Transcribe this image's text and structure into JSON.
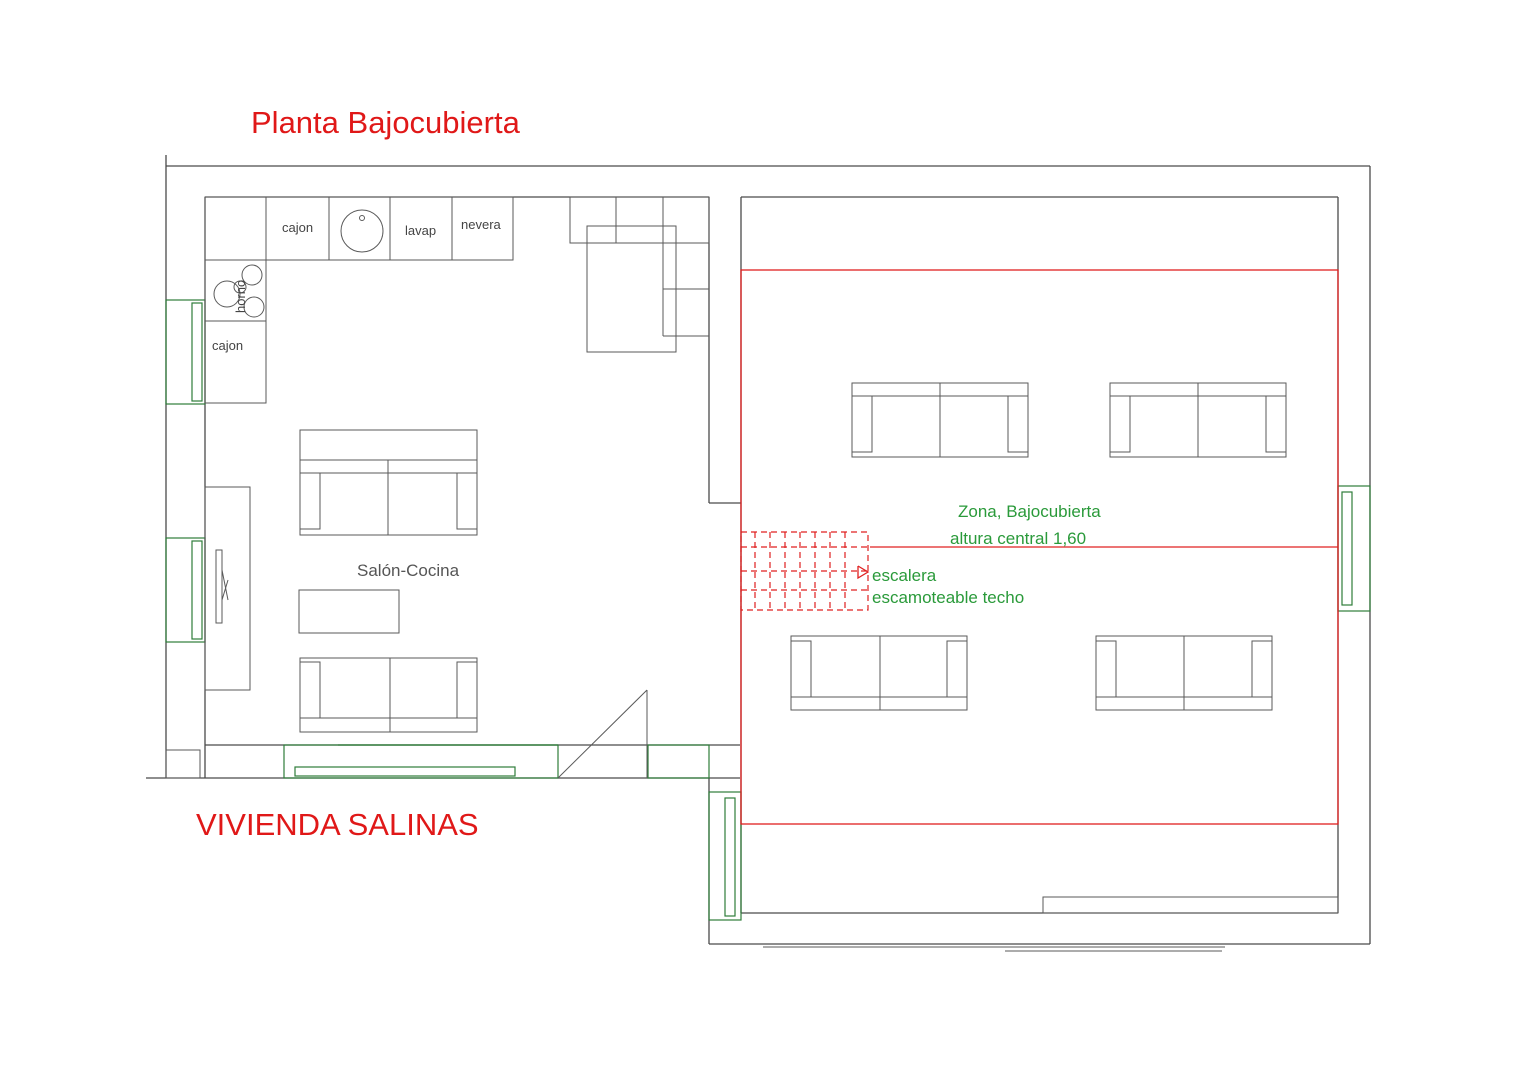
{
  "title": "Planta Bajocubierta",
  "subtitle": "VIVIENDA  SALINAS",
  "rooms": {
    "living": "Salón-Cocina",
    "attic_zone": "Zona, Bajocubierta",
    "attic_height": "altura central 1,60",
    "stair_line1": "escalera",
    "stair_line2": "escamoteable techo"
  },
  "kitchen": {
    "drawer_top": "cajon",
    "sink": "lavap",
    "fridge": "nevera",
    "drawer_left": "cajon",
    "oven": "horno"
  },
  "colors": {
    "title": "#e01818",
    "walls": "#4a4a4a",
    "windows": "#2e7d3a",
    "attic_outline": "#e02020",
    "annotations": "#2a9a3a"
  }
}
